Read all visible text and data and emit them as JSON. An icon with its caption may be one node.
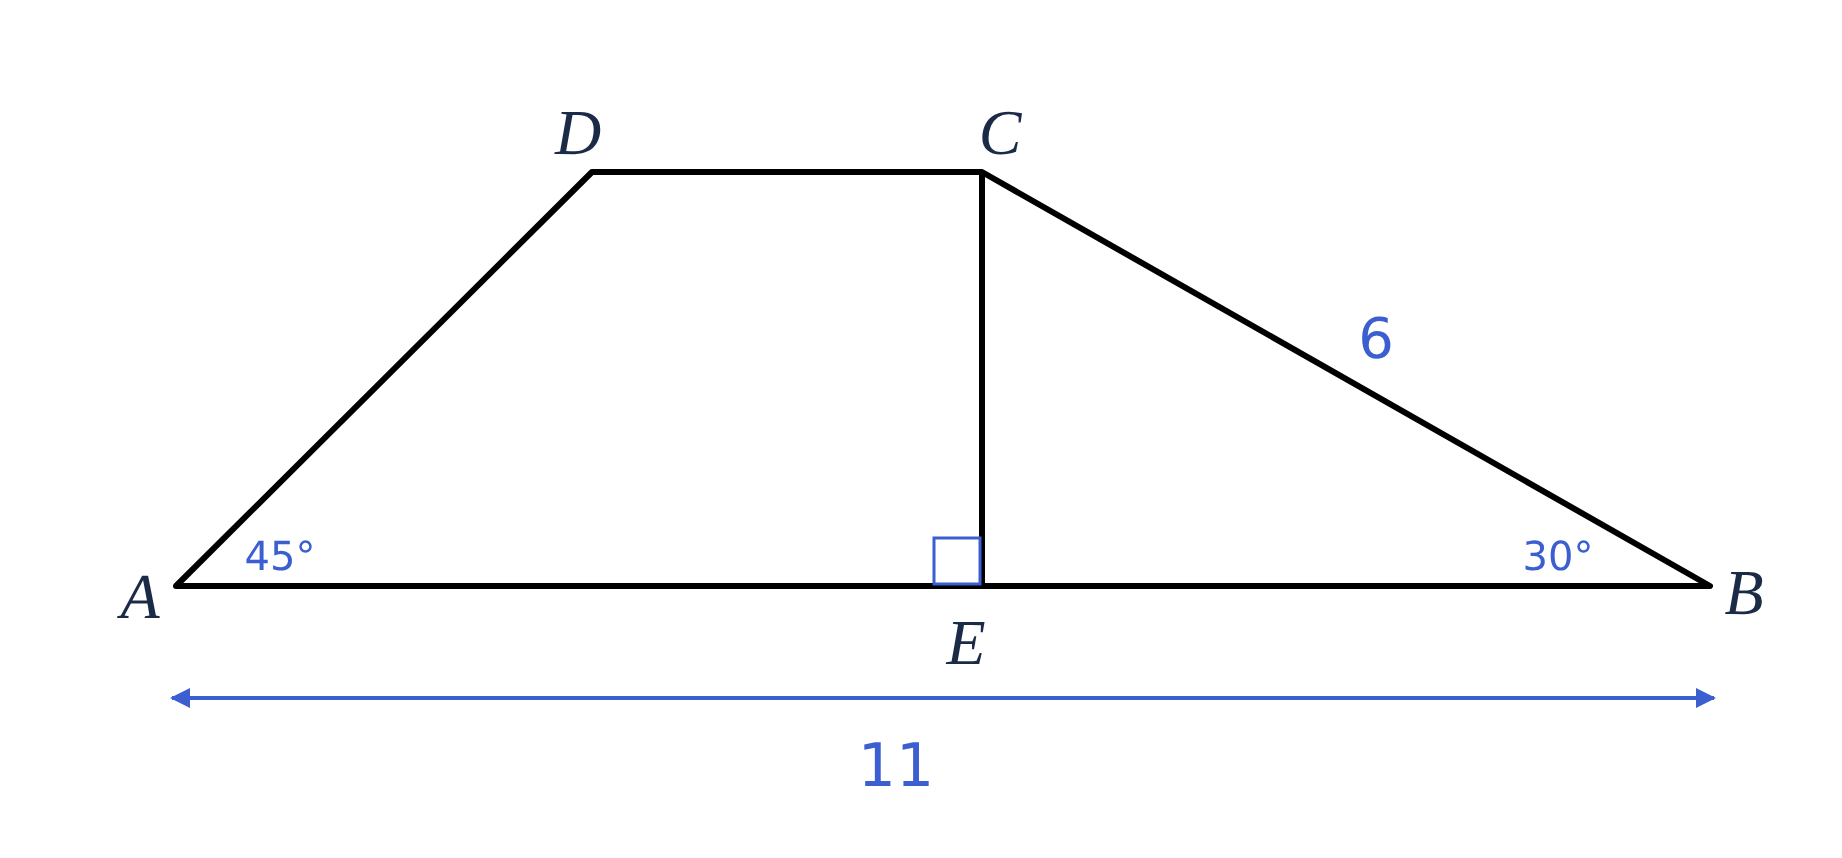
{
  "diagram": {
    "labels": [
      "D",
      "C",
      "6",
      "45°",
      "30°",
      "A",
      "B",
      "E",
      "11"
    ]
  }
}
